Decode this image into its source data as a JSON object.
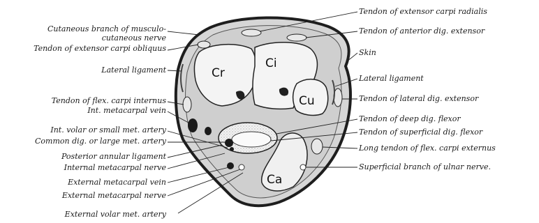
{
  "figure": {
    "bones": {
      "cr": "Cr",
      "ci": "Ci",
      "cu": "Cu",
      "ca": "Ca"
    },
    "left_labels": [
      "Cutaneous branch of musculo-",
      "cutaneous nerve",
      "Tendon of extensor carpi obliquus",
      "Lateral ligament",
      "Tendon of flex. carpi internus",
      "Int. metacarpal vein",
      "Int. volar or small met. artery",
      "Common dig. or large met. artery",
      "Posterior annular ligament",
      "Internal metacarpal nerve",
      "External metacarpal vein",
      "External metacarpal nerve",
      "External volar met. artery"
    ],
    "right_labels": [
      "Tendon of extensor carpi radialis",
      "Tendon of anterior dig. extensor",
      "Skin",
      "Lateral ligament",
      "Tendon of lateral dig. extensor",
      "Tendon of deep dig. flexor",
      "Tendon of superficial dig. flexor",
      "Long tendon of flex. carpi externus",
      "Superficial branch of ulnar nerve."
    ],
    "colors": {
      "skin": "#2b2b2b",
      "tissue": "#d9d9d9",
      "bone": "#f4f4f4",
      "tendon": "#e8e8e8",
      "ink": "#1a1a1a"
    }
  }
}
